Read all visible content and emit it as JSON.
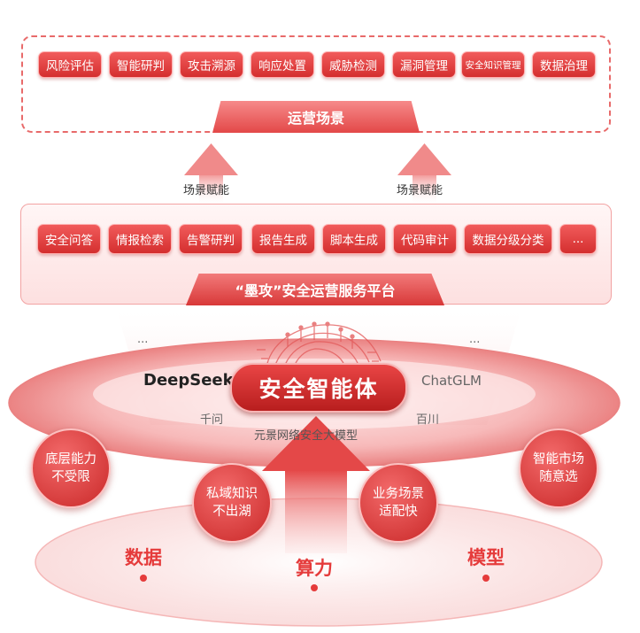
{
  "operations": {
    "title": "运营场景",
    "buttons": [
      "风险评估",
      "智能研判",
      "攻击溯源",
      "响应处置",
      "威胁检测",
      "漏洞管理",
      "安全知识管理",
      "数据治理"
    ]
  },
  "empower": {
    "left": "场景赋能",
    "right": "场景赋能"
  },
  "platform": {
    "title": "“墨攻”安全运营服务平台",
    "buttons": [
      "安全问答",
      "情报检索",
      "告警研判",
      "报告生成",
      "脚本生成",
      "代码审计",
      "数据分级分类",
      "..."
    ]
  },
  "agent": {
    "title": "安全智能体",
    "ellipsis_left": "...",
    "ellipsis_right": "...",
    "models": {
      "deepseek": "DeepSeek",
      "chatglm": "ChatGLM",
      "qianwen": "千问",
      "baichuan": "百川"
    },
    "base_model": "元景网络安全大模型"
  },
  "features": [
    {
      "line1": "底层能力",
      "line2": "不受限"
    },
    {
      "line1": "私域知识",
      "line2": "不出湖"
    },
    {
      "line1": "业务场景",
      "line2": "适配快"
    },
    {
      "line1": "智能市场",
      "line2": "随意选"
    }
  ],
  "foundation": [
    "数据",
    "算力",
    "模型"
  ],
  "colors": {
    "accent": "#e53b3b",
    "dark_red": "#c92828",
    "light_pink": "#fde0e0"
  }
}
